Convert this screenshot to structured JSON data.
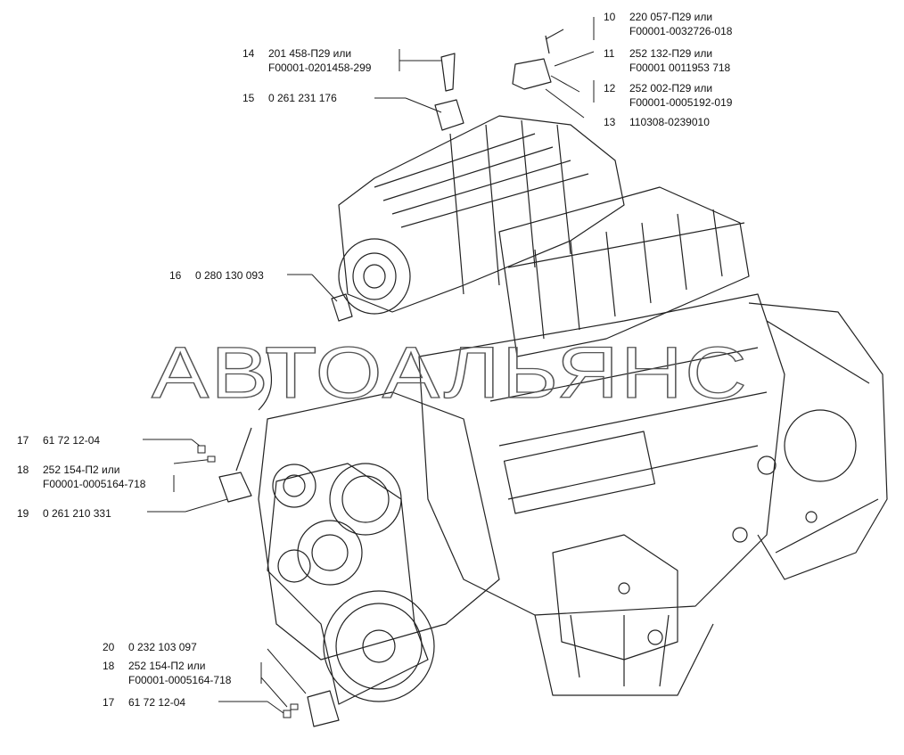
{
  "watermark": "АВТОАЛЬЯНС",
  "callouts": [
    {
      "id": "c10",
      "num": "10",
      "lines": [
        "220 057-П29 или",
        "F00001-0032726-018"
      ]
    },
    {
      "id": "c11",
      "num": "11",
      "lines": [
        "252 132-П29 или",
        "F00001 0011953 718"
      ]
    },
    {
      "id": "c12",
      "num": "12",
      "lines": [
        "252 002-П29 или",
        "F00001-0005192-019"
      ]
    },
    {
      "id": "c13",
      "num": "13",
      "lines": [
        "110308-0239010"
      ]
    },
    {
      "id": "c14",
      "num": "14",
      "lines": [
        "201 458-П29 или",
        "F00001-0201458-299"
      ]
    },
    {
      "id": "c15",
      "num": "15",
      "lines": [
        "0 261 231 176"
      ]
    },
    {
      "id": "c16",
      "num": "16",
      "lines": [
        "0 280 130 093"
      ]
    },
    {
      "id": "c17a",
      "num": "17",
      "lines": [
        "61 72 12-04"
      ]
    },
    {
      "id": "c18a",
      "num": "18",
      "lines": [
        "252 154-П2 или",
        "F00001-0005164-718"
      ]
    },
    {
      "id": "c19",
      "num": "19",
      "lines": [
        "0 261 210 331"
      ]
    },
    {
      "id": "c20",
      "num": "20",
      "lines": [
        "0 232 103 097"
      ]
    },
    {
      "id": "c18b",
      "num": "18",
      "lines": [
        "252 154-П2 или",
        "F00001-0005164-718"
      ]
    },
    {
      "id": "c17b",
      "num": "17",
      "lines": [
        "61 72 12-04"
      ]
    }
  ]
}
